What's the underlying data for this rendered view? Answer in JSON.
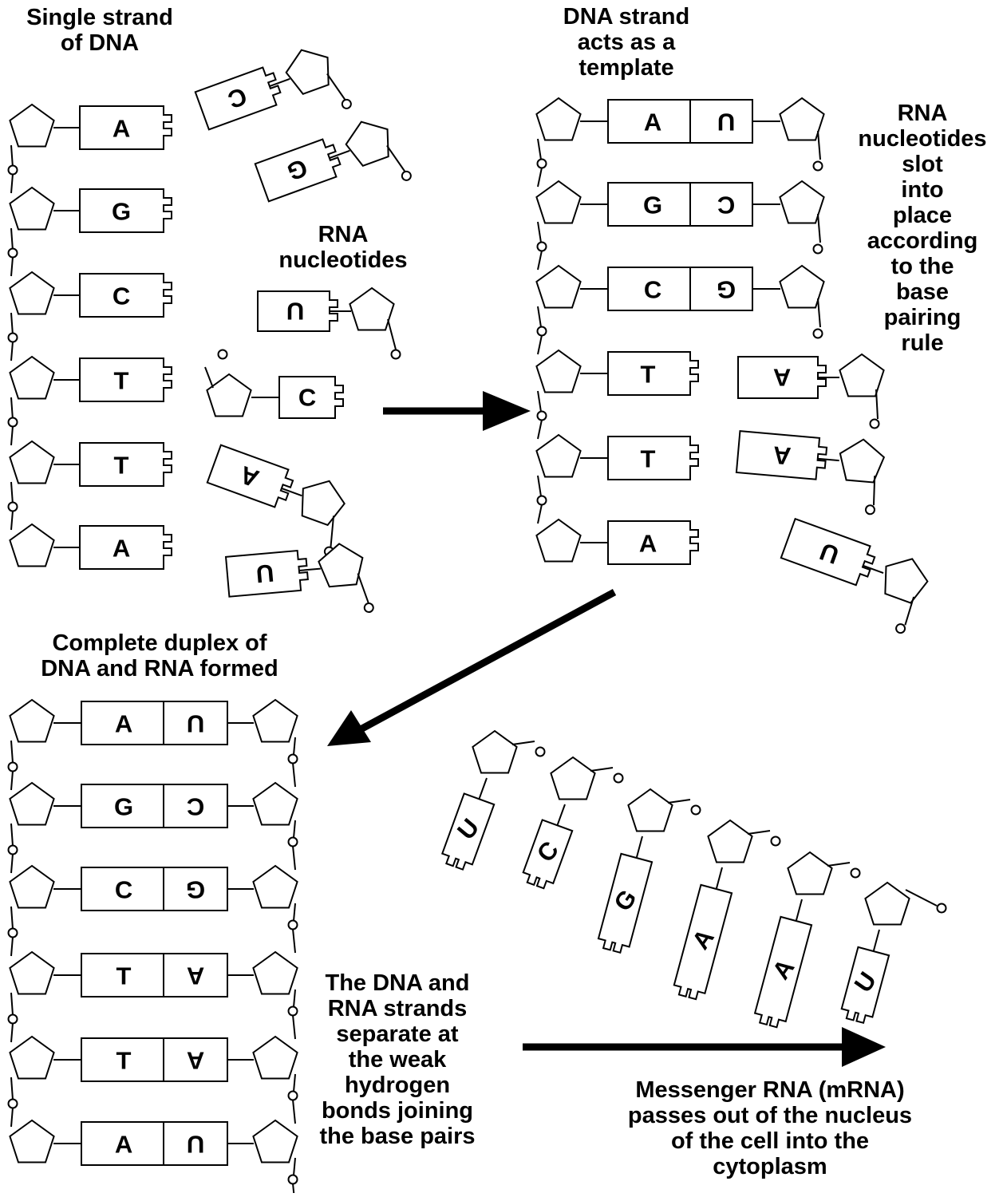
{
  "captions": {
    "single_strand": "Single strand\nof DNA",
    "rna_nucleotides": "RNA\nnucleotides",
    "template": "DNA strand\nacts as a\ntemplate",
    "slot": "RNA\nnucleotides\nslot\ninto\nplace\naccording\nto the\nbase\npairing\nrule",
    "duplex": "Complete duplex of\nDNA and RNA formed",
    "separate": "The DNA and\nRNA strands\nseparate at\nthe weak\nhydrogen\nbonds joining\nthe base pairs",
    "mrna": "Messenger RNA (mRNA)\npasses out of the nucleus\nof the cell into the\ncytoplasm"
  },
  "dna_bases": [
    "A",
    "G",
    "C",
    "T",
    "T",
    "A"
  ],
  "template_pairs": [
    "U",
    "C",
    "G",
    "",
    "",
    ""
  ],
  "template_floating": [
    "A",
    "A",
    "U"
  ],
  "duplex_pairs": [
    "U",
    "C",
    "G",
    "A",
    "A",
    "U"
  ],
  "free_nucleotides": [
    "C",
    "G",
    "U",
    "C",
    "A",
    "U"
  ],
  "mrna_bases": [
    "U",
    "C",
    "G",
    "A",
    "A",
    "U"
  ],
  "colors": {
    "ink": "#000000",
    "paper": "#ffffff"
  }
}
